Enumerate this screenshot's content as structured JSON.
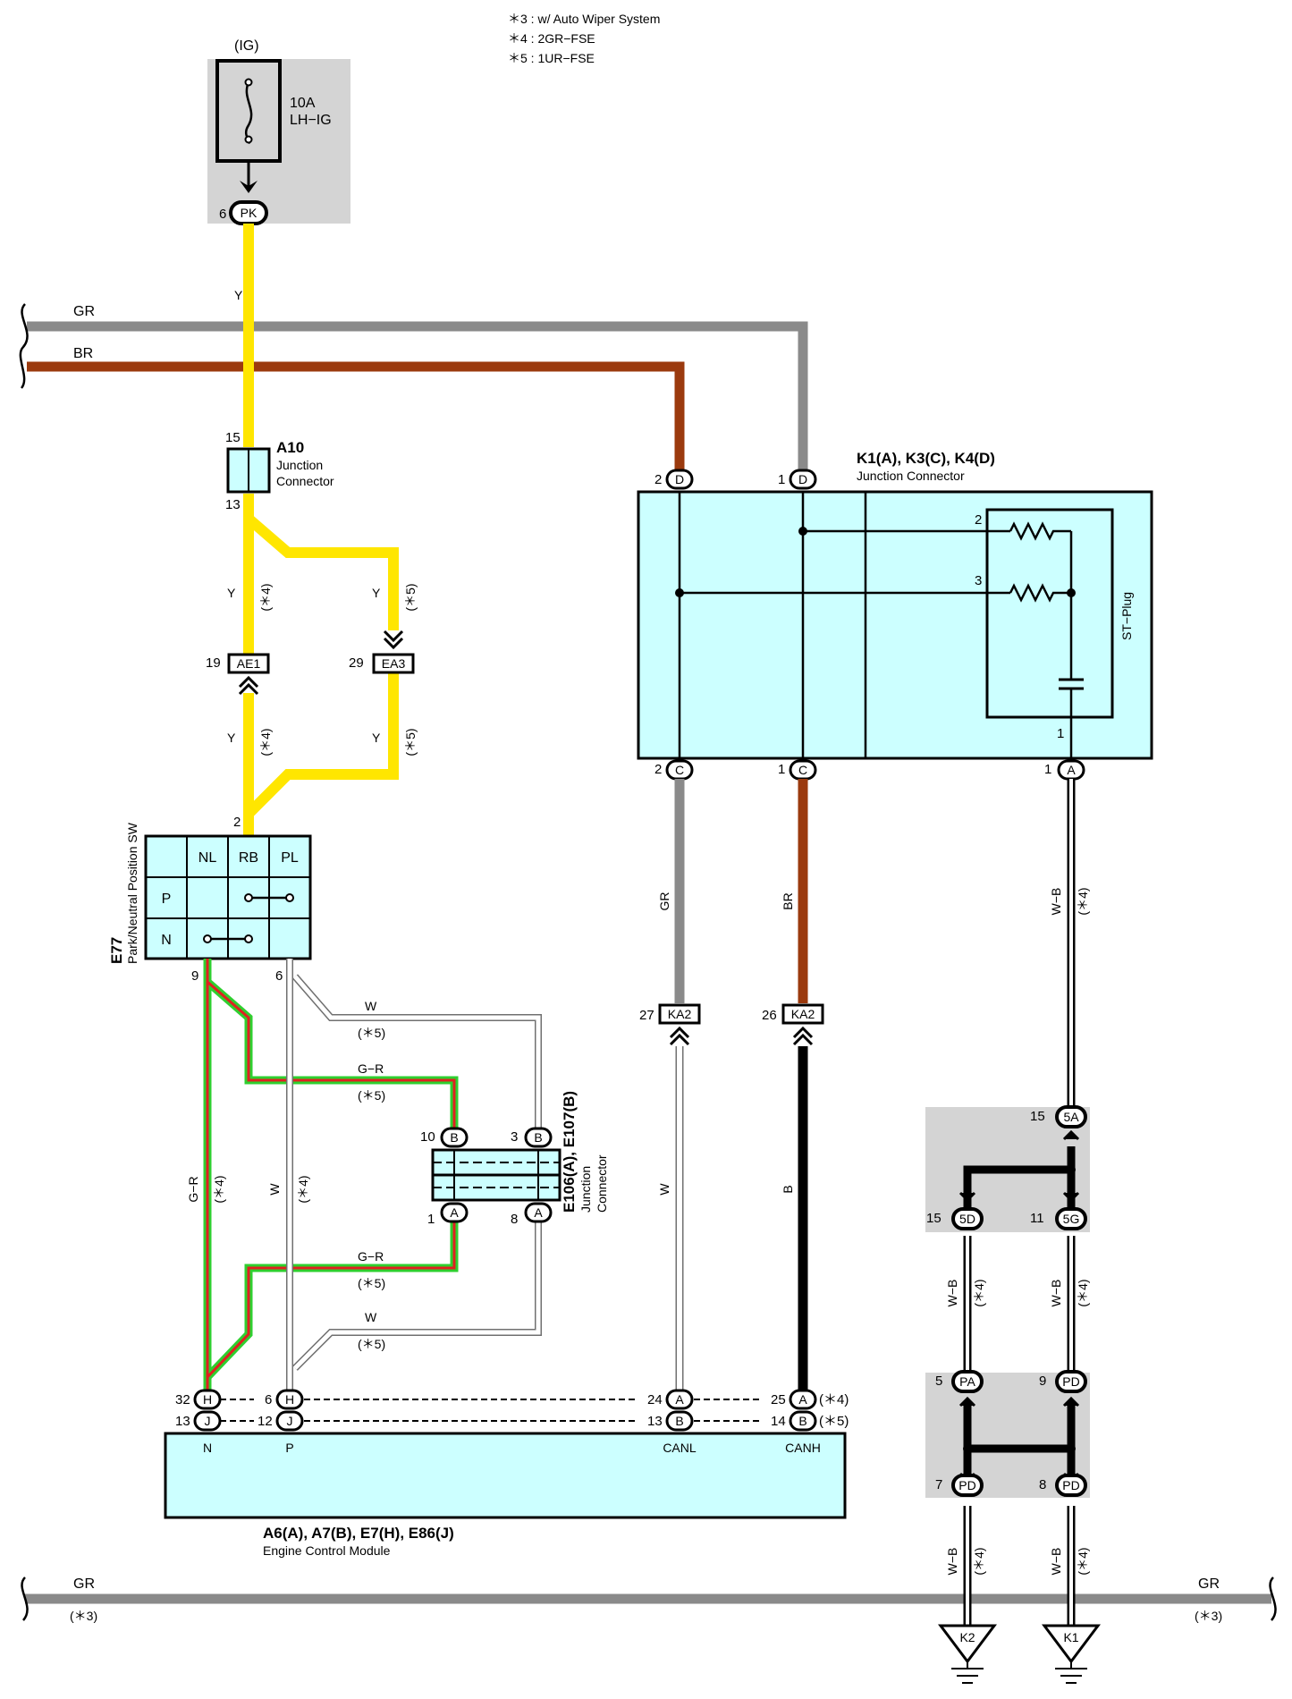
{
  "notes": [
    "＊3 : w/ Auto Wiper System",
    "＊4 : 2GR−FSE",
    "＊5 : 1UR−FSE"
  ],
  "fuse": {
    "source": "(IG)",
    "rating": "10A",
    "name": "LH−IG",
    "pin": "6",
    "connector": "PK"
  },
  "wire_colors": {
    "Y": "#ffe600",
    "GR": "#8a8a8a",
    "BR": "#9b3a0e",
    "B": "#000000",
    "W": "#ffffff",
    "G": "#2fcf2f",
    "R": "#e02020",
    "box_fill": "#ccffff",
    "shade": "#d4d4d4"
  },
  "buses": {
    "gr_top": "GR",
    "br_top": "BR",
    "gr_bottom": "GR",
    "gr_bottom_note": "(＊3)",
    "gr_bottom_right": "GR",
    "gr_bottom_right_note": "(＊3)"
  },
  "a10": {
    "code": "A10",
    "title1": "Junction",
    "title2": "Connector",
    "pin_top": "15",
    "pin_bottom": "13"
  },
  "wire_labels": {
    "y": "Y",
    "w": "W",
    "gr": "GR",
    "br": "BR",
    "b": "B",
    "gr_wire": "G−R",
    "wb": "W−B",
    "n4": "(＊4)",
    "n5": "(＊5)"
  },
  "ae1": {
    "pin": "19",
    "code": "AE1"
  },
  "ea3": {
    "pin": "29",
    "code": "EA3"
  },
  "e77": {
    "code": "E77",
    "name": "Park/Neutral Position SW",
    "pin_in": "2",
    "cols": [
      "NL",
      "RB",
      "PL"
    ],
    "rows": [
      "P",
      "N"
    ],
    "pin_n": "9",
    "pin_p": "6"
  },
  "e106": {
    "code": "E106(A), E107(B)",
    "title1": "Junction",
    "title2": "Connector",
    "pins": [
      "10",
      "B",
      "3",
      "B",
      "1",
      "A",
      "8",
      "A"
    ]
  },
  "k1": {
    "code": "K1(A), K3(C), K4(D)",
    "title": "Junction Connector",
    "top_pins": [
      "2",
      "D",
      "1",
      "D"
    ],
    "bottom_pins": [
      "2",
      "C",
      "1",
      "C",
      "1",
      "A"
    ],
    "res_pins": [
      "2",
      "3",
      "1"
    ],
    "plug": "ST−Plug"
  },
  "ka2": {
    "pin_left": "27",
    "pin_right": "26",
    "code": "KA2"
  },
  "ecm": {
    "code": "A6(A), A7(B), E7(H), E86(J)",
    "title": "Engine Control Module",
    "row1": [
      "32",
      "H",
      "6",
      "H",
      "24",
      "A",
      "25",
      "A",
      "(＊4)"
    ],
    "row2": [
      "13",
      "J",
      "12",
      "J",
      "13",
      "B",
      "14",
      "B",
      "(＊5)"
    ],
    "terms": [
      "N",
      "P",
      "CANL",
      "CANH"
    ]
  },
  "splices": {
    "s5a": {
      "pin": "15",
      "code": "5A"
    },
    "s5d": {
      "pin": "15",
      "code": "5D"
    },
    "s5g": {
      "pin": "11",
      "code": "5G"
    },
    "spa": {
      "pin": "5",
      "code": "PA"
    },
    "spd1": {
      "pin": "9",
      "code": "PD"
    },
    "spd2": {
      "pin": "7",
      "code": "PD"
    },
    "spd3": {
      "pin": "8",
      "code": "PD"
    }
  },
  "grounds": [
    "K2",
    "K1"
  ]
}
